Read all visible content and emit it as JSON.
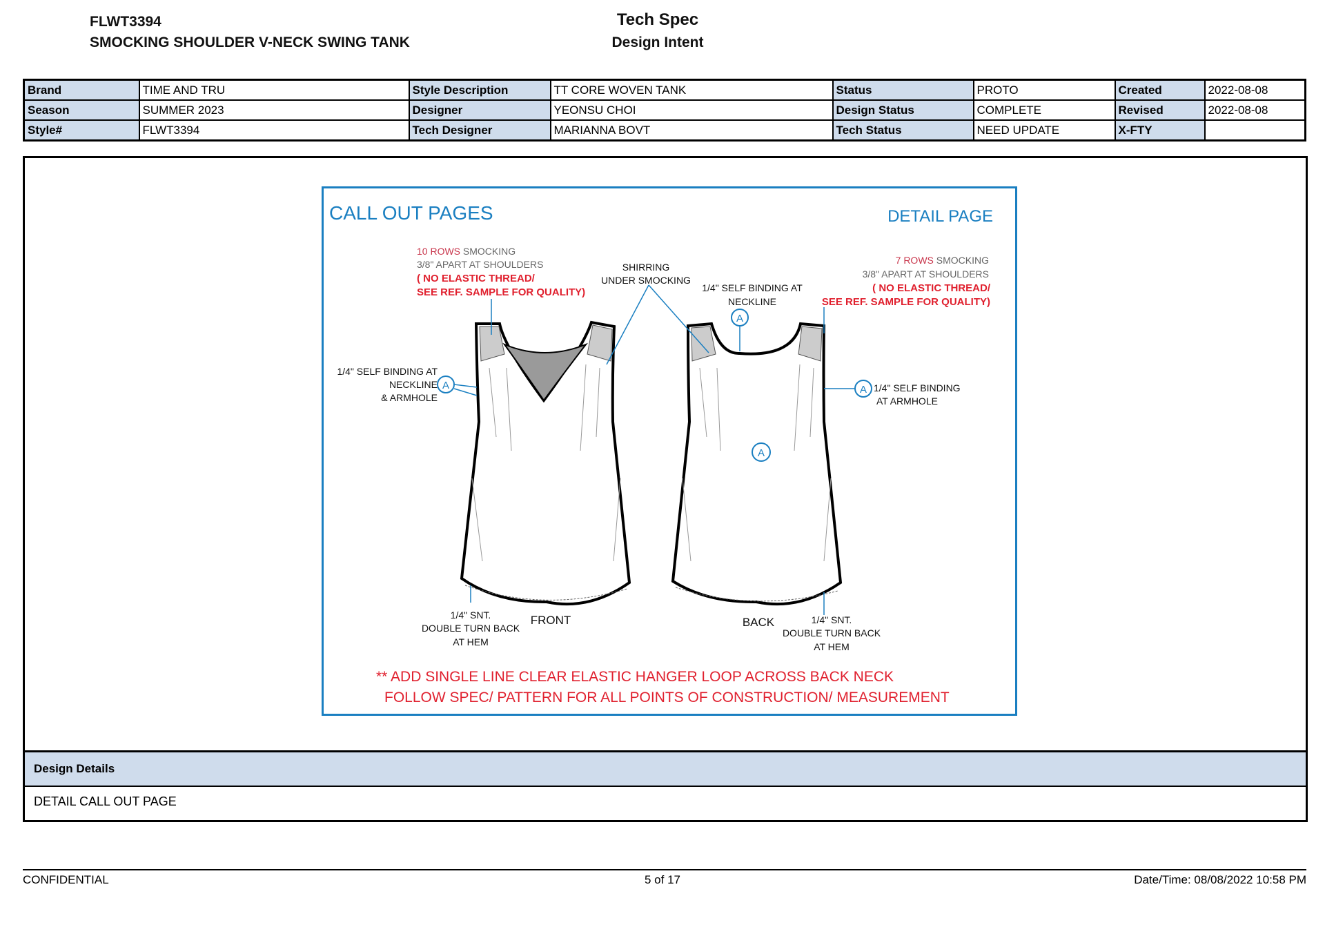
{
  "header": {
    "style_number": "FLWT3394",
    "style_name": "SMOCKING SHOULDER V-NECK SWING TANK",
    "doc_title": "Tech Spec",
    "doc_subtitle": "Design Intent"
  },
  "info": {
    "rows": [
      [
        {
          "label": "Brand",
          "value": "TIME AND TRU"
        },
        {
          "label": "Style Description",
          "value": "TT CORE WOVEN TANK"
        },
        {
          "label": "Status",
          "value": "PROTO"
        },
        {
          "label": "Created",
          "value": "2022-08-08"
        }
      ],
      [
        {
          "label": "Season",
          "value": "SUMMER 2023"
        },
        {
          "label": "Designer",
          "value": "YEONSU CHOI"
        },
        {
          "label": "Design Status",
          "value": "COMPLETE"
        },
        {
          "label": "Revised",
          "value": "2022-08-08"
        }
      ],
      [
        {
          "label": "Style#",
          "value": "FLWT3394"
        },
        {
          "label": "Tech Designer",
          "value": "MARIANNA BOVT"
        },
        {
          "label": "Tech Status",
          "value": "NEED UPDATE"
        },
        {
          "label": "X-FTY",
          "value": ""
        }
      ]
    ]
  },
  "drawing": {
    "title": "CALL OUT PAGES",
    "subtitle": "DETAIL PAGE",
    "front_smocking": {
      "rows": "10 ROWS",
      "l1": " SMOCKING",
      "l2": "3/8\" APART AT SHOULDERS",
      "l3": "( NO ELASTIC THREAD/",
      "l4": "SEE REF. SAMPLE  FOR QUALITY)"
    },
    "back_smocking": {
      "rows": "7  ROWS",
      "l1": " SMOCKING",
      "l2": "3/8\" APART AT SHOULDERS",
      "l3": "( NO ELASTIC THREAD/",
      "l4": "SEE REF. SAMPLE  FOR QUALITY)"
    },
    "shirring": [
      "SHIRRING",
      "UNDER SMOCKING"
    ],
    "back_neck_binding": [
      "1/4\" SELF BINDING AT",
      "NECKLINE"
    ],
    "front_binding": [
      "1/4\" SELF BINDING AT",
      "NECKLINE",
      "& ARMHOLE"
    ],
    "back_armhole": [
      "1/4\" SELF BINDING",
      "AT ARMHOLE"
    ],
    "front_hem": [
      "1/4\" SNT.",
      "DOUBLE TURN BACK",
      "AT HEM"
    ],
    "back_hem": [
      "1/4\" SNT.",
      "DOUBLE TURN BACK",
      "AT HEM"
    ],
    "front_label": "FRONT",
    "back_label": "BACK",
    "marker": "A",
    "notes": [
      "** ADD SINGLE LINE CLEAR ELASTIC  HANGER LOOP ACROSS BACK NECK",
      "FOLLOW SPEC/ PATTERN FOR ALL POINTS OF CONSTRUCTION/ MEASUREMENT"
    ],
    "colors": {
      "blue": "#1a7fc1",
      "red": "#e0202e",
      "rose": "#c8344a",
      "gray": "#666666"
    }
  },
  "design_details": {
    "heading": "Design Details",
    "text": "DETAIL CALL OUT PAGE"
  },
  "footer": {
    "left": "CONFIDENTIAL",
    "center": "5 of 17",
    "right": "Date/Time: 08/08/2022 10:58 PM"
  }
}
